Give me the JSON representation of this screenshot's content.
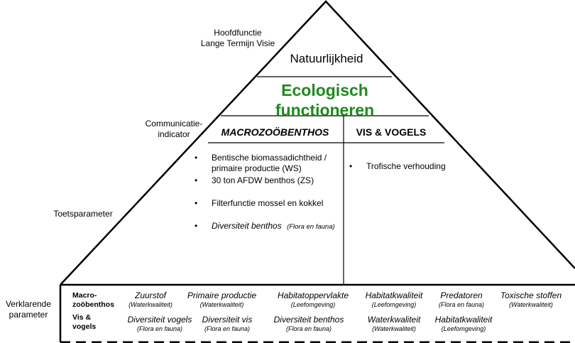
{
  "left_labels": {
    "hoofdfunctie": "Hoofdfunctie",
    "lange_termijn": "Lange Termijn Visie",
    "communicatie": "Communicatie-",
    "indicator": "indicator",
    "toetsparameter": "Toetsparameter",
    "verklarende": "Verklarende",
    "parameter": "parameter"
  },
  "apex": "Natuurlijkheid",
  "ecological": {
    "line1": "Ecologisch",
    "line2": "functioneren"
  },
  "indicators": {
    "left": "MACROZOÖBENTHOS",
    "right": "VIS & VOGELS"
  },
  "macro_params": [
    {
      "text": "Bentische biomassadichtheid / primaire productie (WS)",
      "italic": false,
      "note": ""
    },
    {
      "text": "30 ton AFDW benthos (ZS)",
      "italic": false,
      "note": ""
    },
    {
      "text": "Filterfunctie mossel en kokkel",
      "italic": false,
      "note": ""
    },
    {
      "text": "Diversiteit benthos",
      "italic": true,
      "note": "(Flora en fauna)"
    }
  ],
  "vis_params": [
    {
      "text": "Trofische verhouding"
    }
  ],
  "bullet_char": "•",
  "explanatory": {
    "row1_label": {
      "line1": "Macro-",
      "line2": "zoöbenthos"
    },
    "row2_label": {
      "line1": "Vis &",
      "line2": "vogels"
    },
    "row1": [
      {
        "main": "Zuurstof",
        "sub": "(Waterkwaliteit)"
      },
      {
        "main": "Primaire productie",
        "sub": "(Waterkwaliteit)"
      },
      {
        "main": "Habitatoppervlakte",
        "sub": "(Leefomgeving)"
      },
      {
        "main": "Habitatkwaliteit",
        "sub": "(Leefomgeving)"
      },
      {
        "main": "Predatoren",
        "sub": "(Flora en fauna)"
      },
      {
        "main": "Toxische stoffen",
        "sub": "(Waterkwaliteit)"
      }
    ],
    "row2": [
      {
        "main": "Diversiteit vogels",
        "sub": "(Flora en fauna)"
      },
      {
        "main": "Diversiteit vis",
        "sub": "(Flora en fauna)"
      },
      {
        "main": "Diversiteit benthos",
        "sub": "(Flora en fauna)"
      },
      {
        "main": "Waterkwaliteit",
        "sub": "(Waterkwaliteit)"
      },
      {
        "main": "Habitatkwaliteit",
        "sub": "(Leefomgeving)"
      }
    ]
  }
}
